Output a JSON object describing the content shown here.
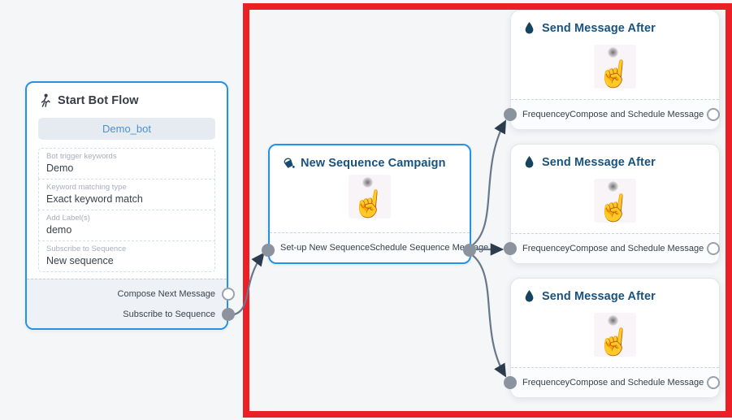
{
  "colors": {
    "canvas_bg": "#f4f6f8",
    "highlight_red": "#ec1f27",
    "node_border_blue": "#2492e6",
    "title_navy": "#19527c",
    "port_gray": "#8b939f",
    "edge_gray": "#68778a",
    "arrow_navy": "#2b3c4e",
    "bot_button_bg": "#e6ebf2",
    "bot_button_text": "#4d8fd1"
  },
  "start_node": {
    "icon": "walking-person-icon",
    "title": "Start Bot Flow",
    "bot_button_label": "Demo_bot",
    "fields": [
      {
        "label": "Bot trigger keywords",
        "value": "Demo"
      },
      {
        "label": "Keyword matching type",
        "value": "Exact keyword match"
      },
      {
        "label": "Add Label(s)",
        "value": "demo"
      },
      {
        "label": "Subscribe to Sequence",
        "value": "New sequence"
      }
    ],
    "outputs": [
      {
        "label": "Compose Next Message",
        "connected": false
      },
      {
        "label": "Subscribe to Sequence",
        "connected": true
      }
    ]
  },
  "campaign_node": {
    "icon": "bucket-icon",
    "click_icon": "hand-cursor-icon",
    "title": "New Sequence Campaign",
    "outputs": [
      {
        "label": "Set-up New Sequence"
      },
      {
        "label": "Schedule Sequence Message"
      }
    ]
  },
  "send_node": {
    "icon": "water-drop-icon",
    "click_icon": "hand-cursor-icon",
    "title": "Send Message After",
    "outputs": [
      {
        "label": "Frequencey"
      },
      {
        "label": "Compose and Schedule Message"
      }
    ]
  },
  "hand_glyph": "☝"
}
